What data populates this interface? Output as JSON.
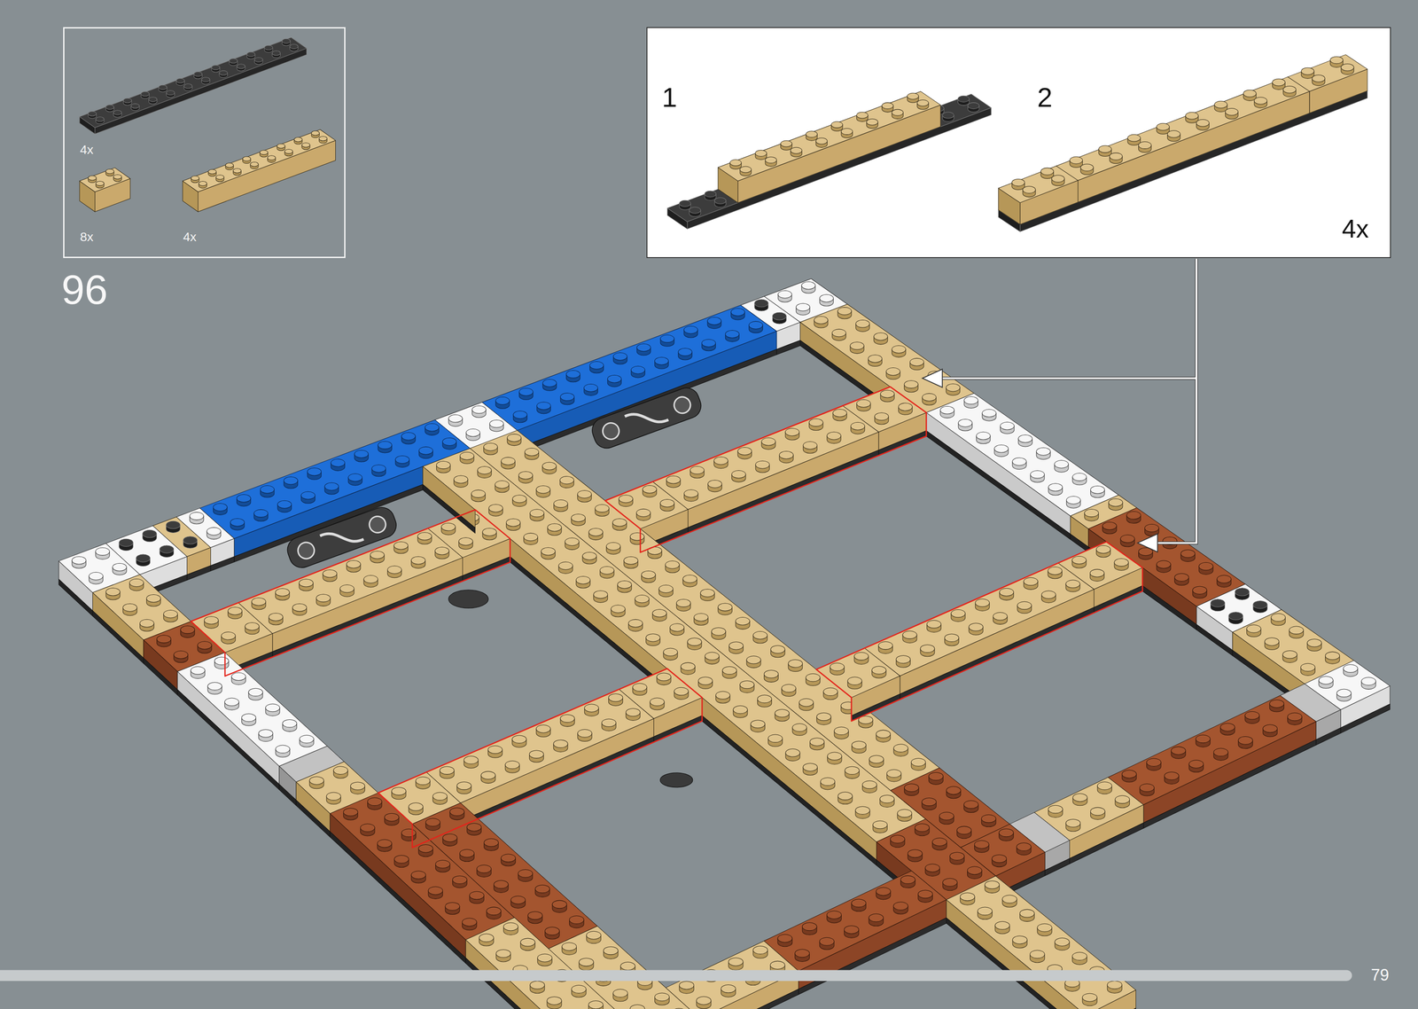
{
  "diagram": {
    "nodes": [
      {
        "text": [
          "4x",
          "8x",
          "4x"
        ]
      },
      {
        "text": [
          "1",
          "2",
          "4x"
        ]
      }
    ],
    "labels": [
      "96",
      "79"
    ]
  }
}
